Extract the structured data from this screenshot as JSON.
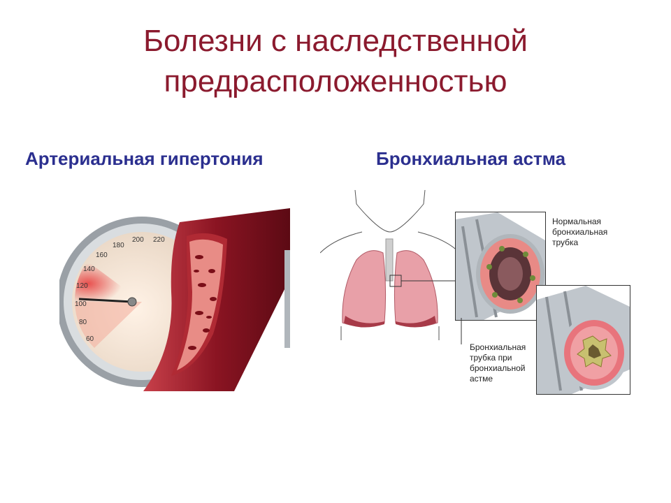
{
  "slide": {
    "title_line1": "Болезни с наследственной",
    "title_line2": "предрасположенностью",
    "subtitle_left": "Артериальная гипертония",
    "subtitle_right": "Бронхиальная астма"
  },
  "gauge": {
    "ticks": [
      "60",
      "80",
      "100",
      "120",
      "140",
      "160",
      "180",
      "200",
      "220"
    ]
  },
  "captions": {
    "normal_line1": "Нормальная",
    "normal_line2": "бронхиальная",
    "normal_line3": "трубка",
    "asthma_line1": "Бронхиальная",
    "asthma_line2": "трубка при",
    "asthma_line3": "бронхиальной",
    "asthma_line4": "астме"
  },
  "colors": {
    "title": "#8b1a2e",
    "subtitle": "#2b2f8f",
    "vessel": "#9e1b2a",
    "lung": "#e8a0a8"
  }
}
